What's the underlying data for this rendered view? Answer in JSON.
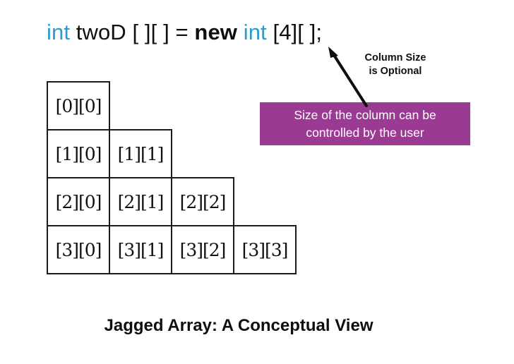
{
  "code_line": {
    "tokens": [
      {
        "text": "int",
        "style": "keyword"
      },
      {
        "text": " twoD [ ][ ] = ",
        "style": "plain"
      },
      {
        "text": "new",
        "style": "bold"
      },
      {
        "text": " ",
        "style": "plain"
      },
      {
        "text": "int",
        "style": "keyword"
      },
      {
        "text": " [4][ ];",
        "style": "plain"
      }
    ],
    "full_text": "int twoD [ ][ ] = new int [4][ ];",
    "keyword_color": "#2B9CD1",
    "text_color": "#0F0F0F"
  },
  "array_grid": {
    "rows": [
      {
        "cells": [
          "[0][0]"
        ]
      },
      {
        "cells": [
          "[1][0]",
          "[1][1]"
        ]
      },
      {
        "cells": [
          "[2][0]",
          "[2][1]",
          "[2][2]"
        ]
      },
      {
        "cells": [
          "[3][0]",
          "[3][1]",
          "[3][2]",
          "[3][3]"
        ]
      }
    ],
    "border_color": "#1A1A1A"
  },
  "optional_label": {
    "line1": "Column Size",
    "line2": "is Optional"
  },
  "purple_callout": {
    "line1": "Size of the column can be",
    "line2": "controlled by the user",
    "background_color": "#9B3A93",
    "text_color": "#FFFFFF"
  },
  "arrow": {
    "color": "#0F0F0F"
  },
  "caption": {
    "text": "Jagged Array:  A Conceptual View"
  }
}
